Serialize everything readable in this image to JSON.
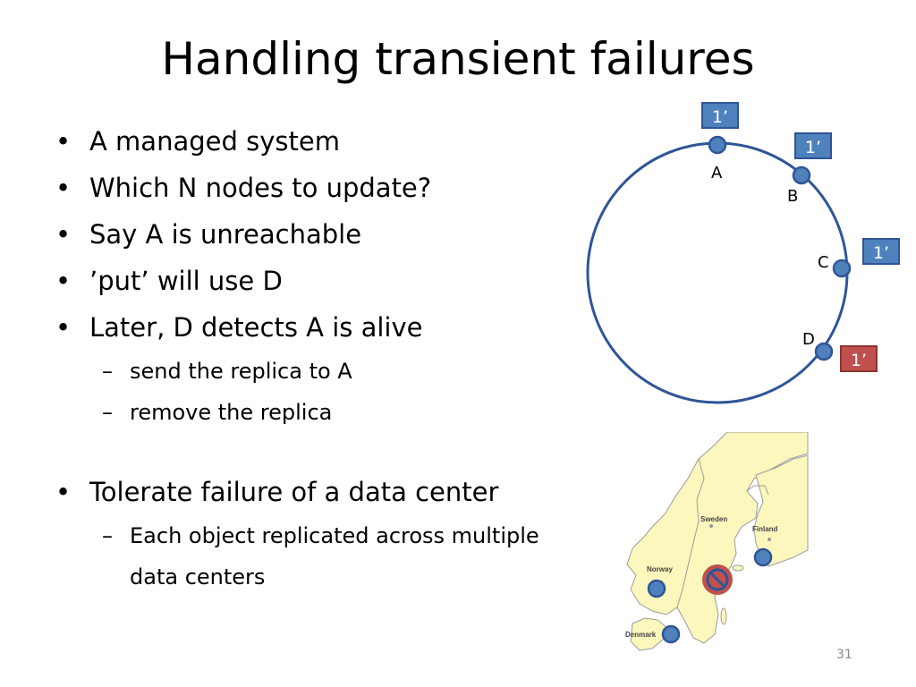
{
  "slide": {
    "title": "Handling transient failures",
    "page_number": "31"
  },
  "bullets": [
    "A managed system",
    "Which N nodes to update?",
    "Say A is unreachable",
    "’put’ will use D",
    "Later, D detects A is alive"
  ],
  "sub_bullets": [
    "send the replica to A",
    "remove the replica"
  ],
  "bullet_2": "Tolerate failure of a data center",
  "sub_bullet_2": [
    "Each object replicated across multiple",
    "data centers"
  ],
  "ring": {
    "nodes": [
      "A",
      "B",
      "C",
      "D"
    ],
    "replica_tags": [
      "1’",
      "1’",
      "1’",
      "1’"
    ],
    "colors": {
      "ring": "#2f5597",
      "tag": "#4f81bd",
      "handoff_tag": "#c0504d"
    }
  },
  "map": {
    "labels": [
      "Sweden",
      "Finland",
      "Norway",
      "Denmark"
    ],
    "colors": {
      "land": "#fbf7bd",
      "sea": "#ffffff",
      "border": "#9c9c9c"
    },
    "failed_icon": "no-entry-icon"
  }
}
